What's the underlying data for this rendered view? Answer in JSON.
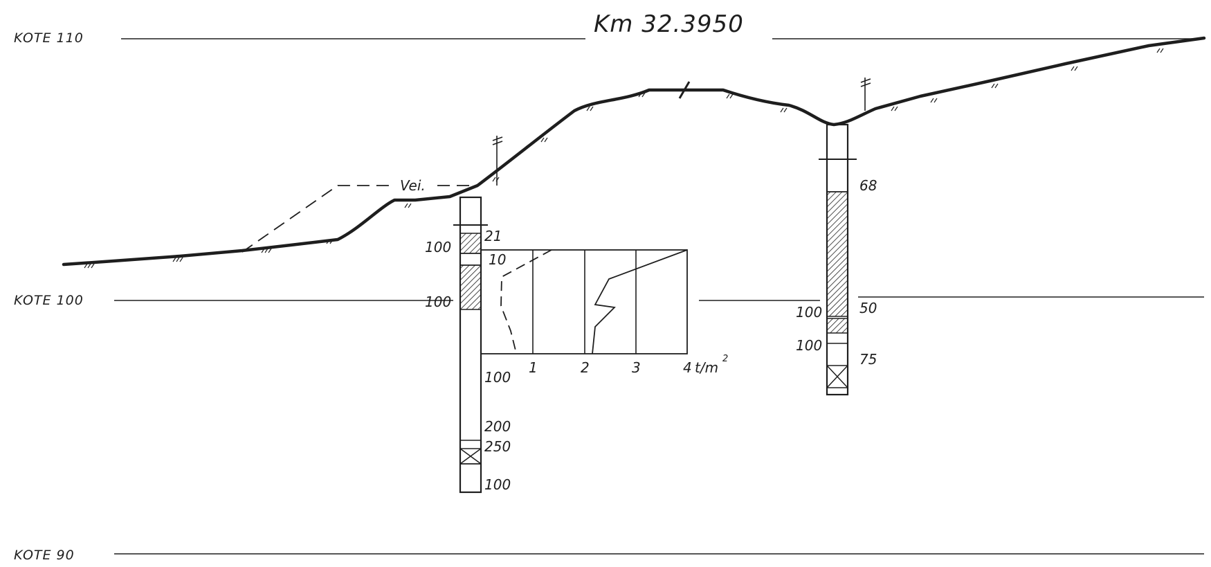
{
  "title": "Km  32.3950",
  "elevation_lines": [
    {
      "label": "KOTE  110"
    },
    {
      "label": "KOTE  100"
    },
    {
      "label": "KOTE  90"
    }
  ],
  "road_label": "Vei.",
  "borehole_left": {
    "labels": {
      "top": "21",
      "hatch1": "100",
      "l10": "10",
      "hatch2": "100",
      "l100a": "100",
      "l200": "200",
      "l250": "250",
      "l100b": "100"
    }
  },
  "borehole_right": {
    "labels": {
      "top": "68",
      "hatch1": "100",
      "l50": "50",
      "hatch2": "100",
      "l75": "75"
    }
  },
  "strength_plot": {
    "ticks": [
      "1",
      "2",
      "3",
      "4"
    ],
    "unit": "t/m",
    "unit_sup": "2"
  },
  "colors": {
    "ink": "#1e1e1e",
    "background": "#ffffff"
  }
}
